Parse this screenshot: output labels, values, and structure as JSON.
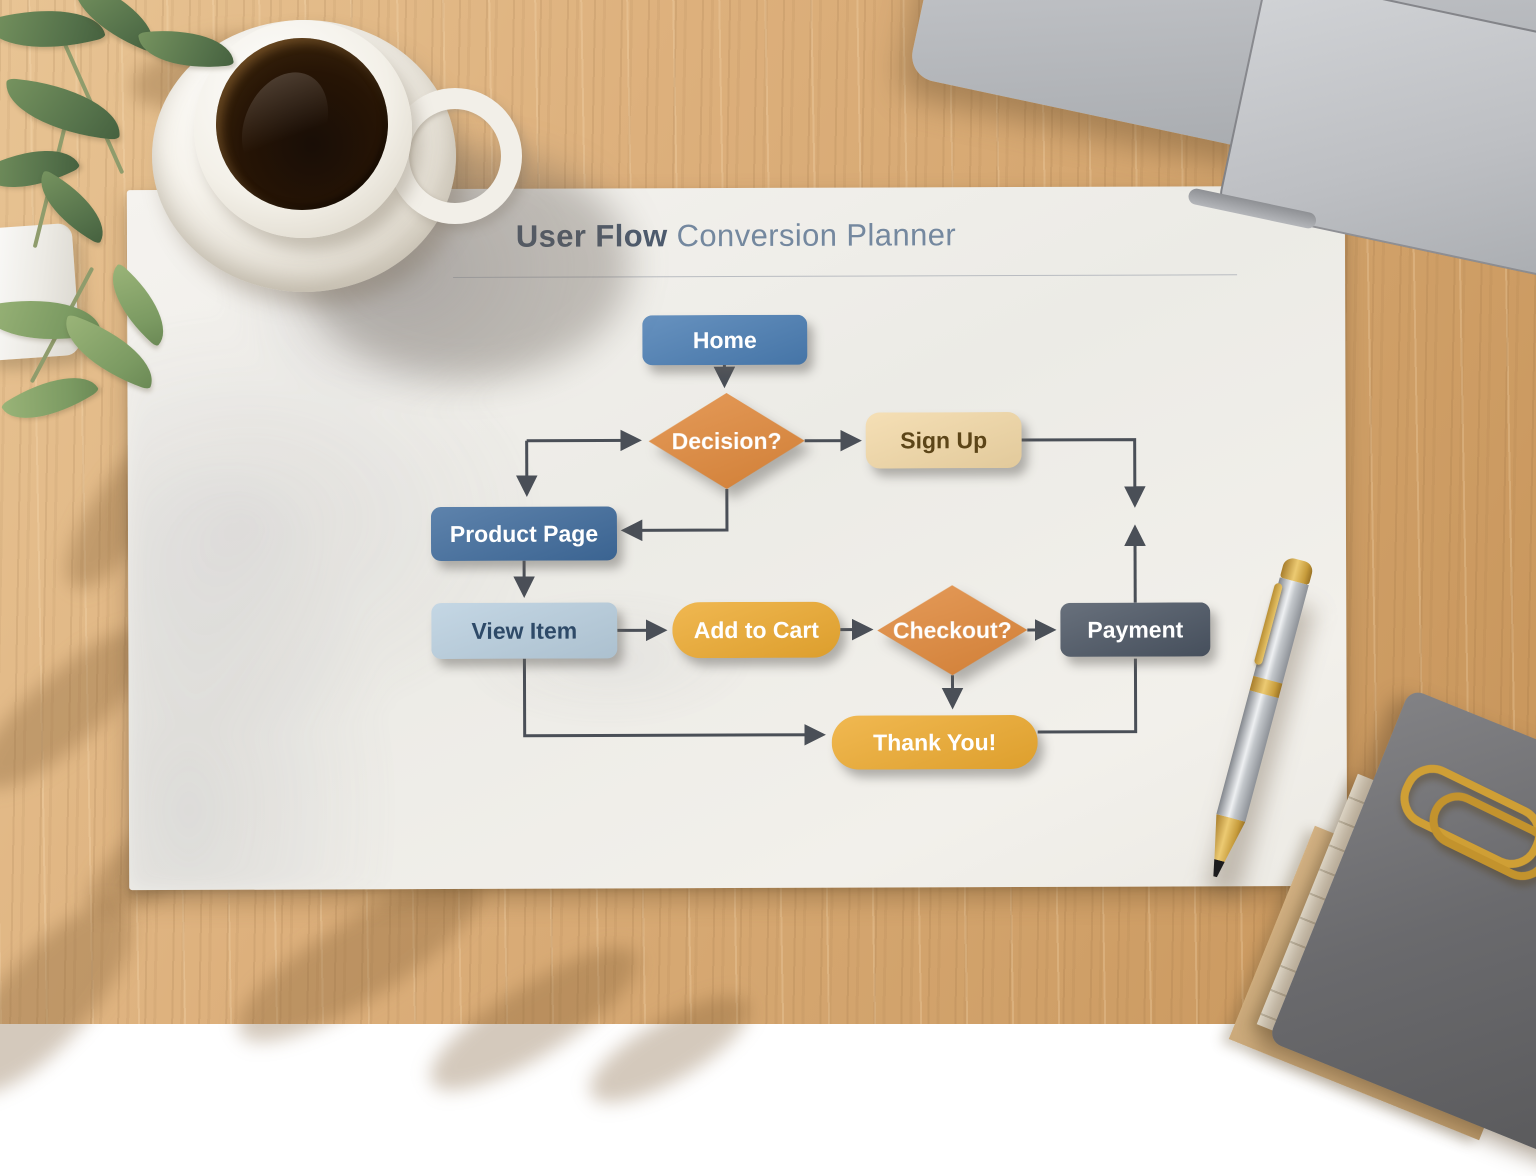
{
  "title": {
    "emphasis": "User Flow",
    "rest": "Conversion Planner"
  },
  "flowchart": {
    "nodes": [
      {
        "id": "home",
        "label": "Home",
        "shape": "rounded-rect",
        "fill": "#4a7db3",
        "text_color": "#ffffff"
      },
      {
        "id": "decision",
        "label": "Decision?",
        "shape": "diamond",
        "fill": "#e0883a",
        "text_color": "#ffffff"
      },
      {
        "id": "signup",
        "label": "Sign Up",
        "shape": "rounded-rect",
        "fill": "#f3d9a7",
        "text_color": "#5c4518"
      },
      {
        "id": "product-page",
        "label": "Product Page",
        "shape": "rounded-rect",
        "fill": "#3f6b9c",
        "text_color": "#ffffff"
      },
      {
        "id": "view-item",
        "label": "View Item",
        "shape": "rounded-rect",
        "fill": "#b9cfdf",
        "text_color": "#2e4a68"
      },
      {
        "id": "add-to-cart",
        "label": "Add to Cart",
        "shape": "pill",
        "fill": "#edaa30",
        "text_color": "#ffffff"
      },
      {
        "id": "checkout",
        "label": "Checkout?",
        "shape": "diamond",
        "fill": "#e0883a",
        "text_color": "#ffffff"
      },
      {
        "id": "payment",
        "label": "Payment",
        "shape": "rounded-rect",
        "fill": "#4b5563",
        "text_color": "#ffffff"
      },
      {
        "id": "thank-you",
        "label": "Thank You!",
        "shape": "pill",
        "fill": "#eeab30",
        "text_color": "#ffffff"
      }
    ],
    "edges": [
      {
        "from": "home",
        "to": "decision",
        "style": "straight-down"
      },
      {
        "from": "decision",
        "to": "signup",
        "style": "straight-right"
      },
      {
        "from": "decision",
        "to": "product-page",
        "style": "elbow-down-left"
      },
      {
        "from": "left-elbow",
        "to": "decision",
        "style": "double-headed-elbow-also-into-product-page"
      },
      {
        "from": "signup",
        "to": "payment",
        "style": "elbow-right-down-with-opposing-arrowheads"
      },
      {
        "from": "product-page",
        "to": "view-item",
        "style": "straight-down"
      },
      {
        "from": "view-item",
        "to": "add-to-cart",
        "style": "straight-right"
      },
      {
        "from": "add-to-cart",
        "to": "checkout",
        "style": "straight-right"
      },
      {
        "from": "checkout",
        "to": "payment",
        "style": "straight-right"
      },
      {
        "from": "checkout",
        "to": "thank-you",
        "style": "straight-down"
      },
      {
        "from": "view-item",
        "to": "thank-you",
        "style": "elbow-down-right"
      },
      {
        "from": "payment",
        "to": "thank-you",
        "style": "elbow-down-left-no-arrowhead"
      }
    ],
    "connector_color": "#4a4f57"
  },
  "scene": {
    "surface": "wood-desk",
    "objects": [
      "coffee-cup-with-saucer",
      "potted-plant",
      "laptop-corner",
      "ballpoint-pen",
      "gray-notebook",
      "lined-paper",
      "kraft-paper",
      "gold-paperclip"
    ],
    "palette": {
      "wood": "#d8ac77",
      "paper": "#f2f0eb",
      "laptop_silver": "#c3c5c9",
      "notebook_gray": "#6a6a6d",
      "paperclip_gold": "#cf9f35"
    }
  }
}
